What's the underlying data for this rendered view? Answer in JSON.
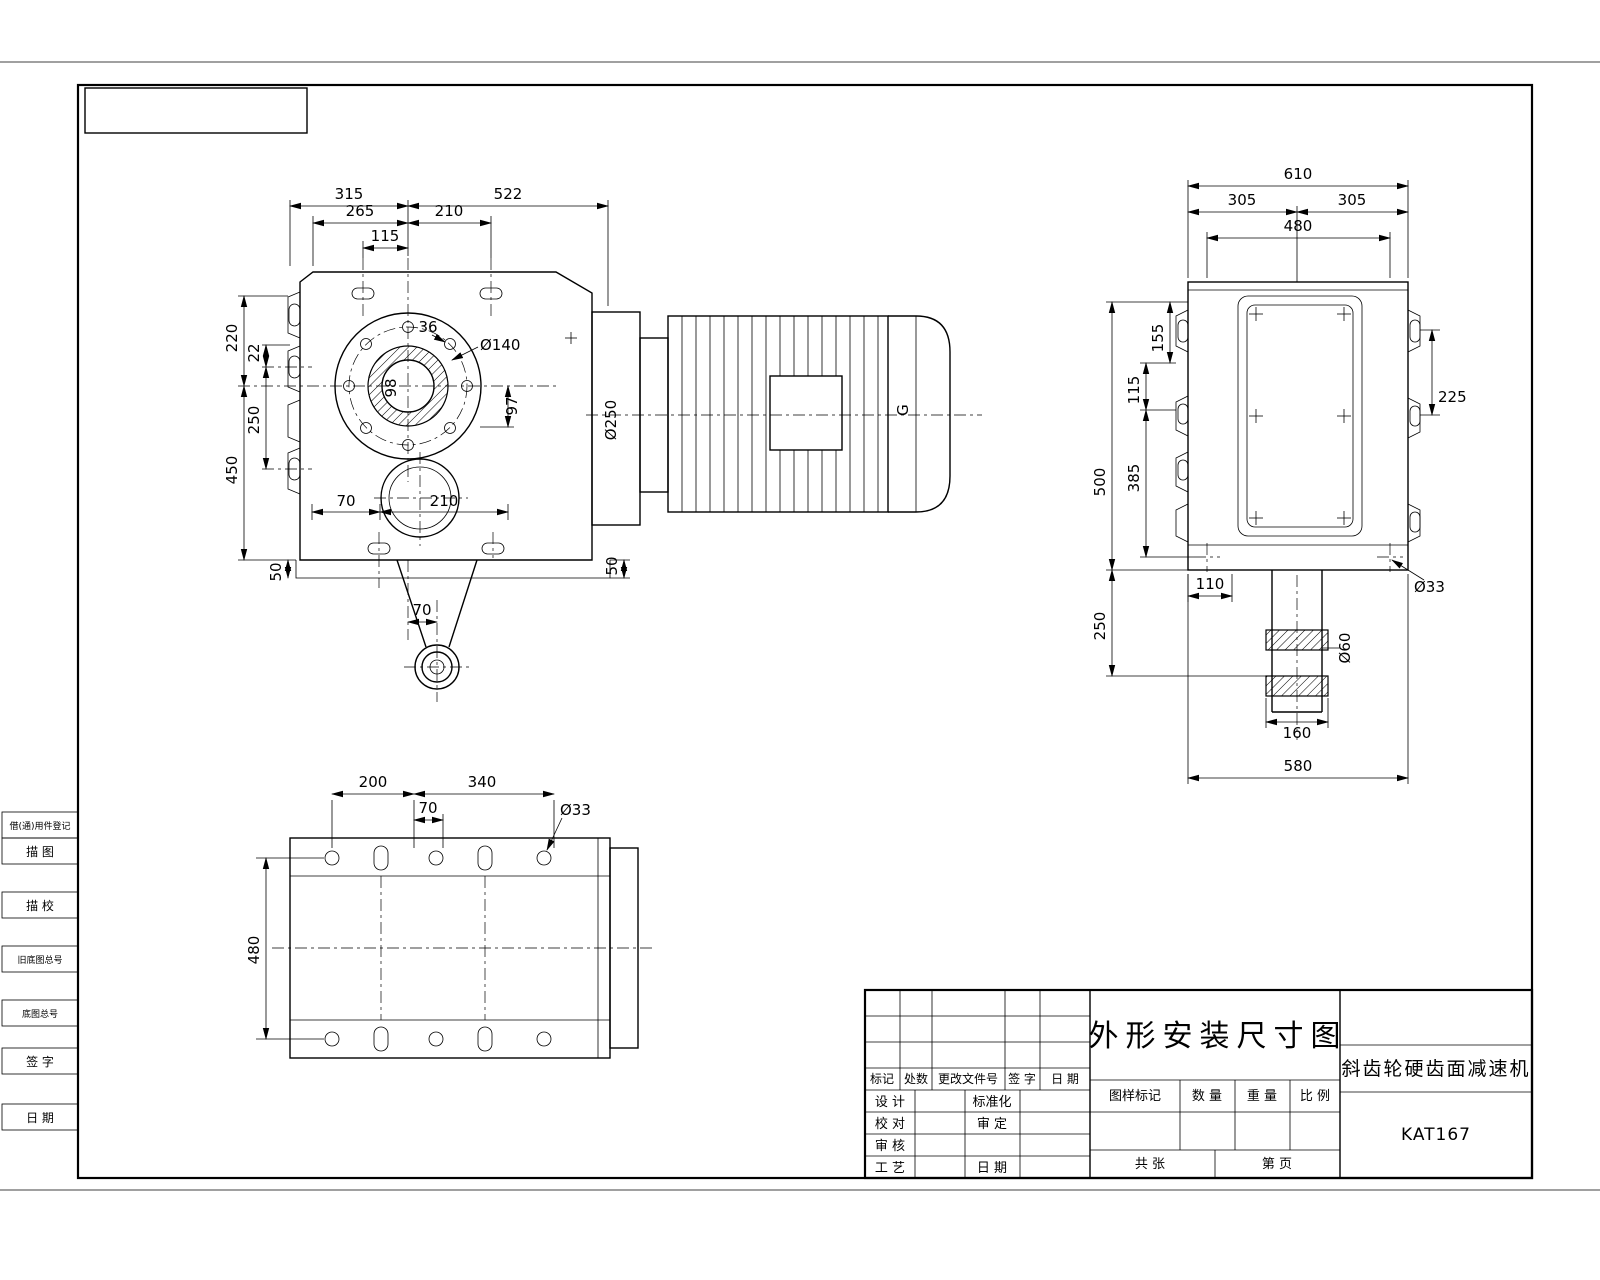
{
  "document": {
    "title": "外形安装尺寸图",
    "product": "斜齿轮硬齿面减速机",
    "model": "KAT167"
  },
  "left_margin": {
    "items": [
      "借(通)用件登记",
      "描 图",
      "描 校",
      "旧底图总号",
      "底图总号",
      "签 字",
      "日 期"
    ]
  },
  "front_view": {
    "d315": "315",
    "d522": "522",
    "d265": "265",
    "d210_top": "210",
    "d115": "115",
    "d220": "220",
    "d22": "22",
    "d250_left": "250",
    "d450": "450",
    "d50_left": "50",
    "d50_right": "50",
    "d70_mid": "70",
    "d210_mid": "210",
    "d70_bottom": "70",
    "dia140": "Ø140",
    "d36": "36",
    "d98": "98",
    "d97": "97",
    "dia250": "Ø250",
    "g_label": "G"
  },
  "side_view": {
    "d610": "610",
    "d305_l": "305",
    "d305_r": "305",
    "d480": "480",
    "d155": "155",
    "d115": "115",
    "d385": "385",
    "d500": "500",
    "d225": "225",
    "d250": "250",
    "d110": "110",
    "dia33": "Ø33",
    "dia60": "Ø60",
    "d160": "160",
    "d580": "580"
  },
  "bottom_view": {
    "d200": "200",
    "d340": "340",
    "d70": "70",
    "dia33": "Ø33",
    "d480": "480"
  },
  "title_block": {
    "rev_headers": [
      "标记",
      "处数",
      "更改文件号",
      "签 字",
      "日 期"
    ],
    "row_design": "设 计",
    "row_standard": "标准化",
    "row_check": "校 对",
    "row_approve": "审 定",
    "row_review": "审 核",
    "row_craft": "工 艺",
    "row_date": "日 期",
    "mark_label": "图样标记",
    "qty_label": "数 量",
    "weight_label": "重 量",
    "scale_label": "比 例",
    "sheets_total": "共    张",
    "sheet_no": "第    页"
  }
}
